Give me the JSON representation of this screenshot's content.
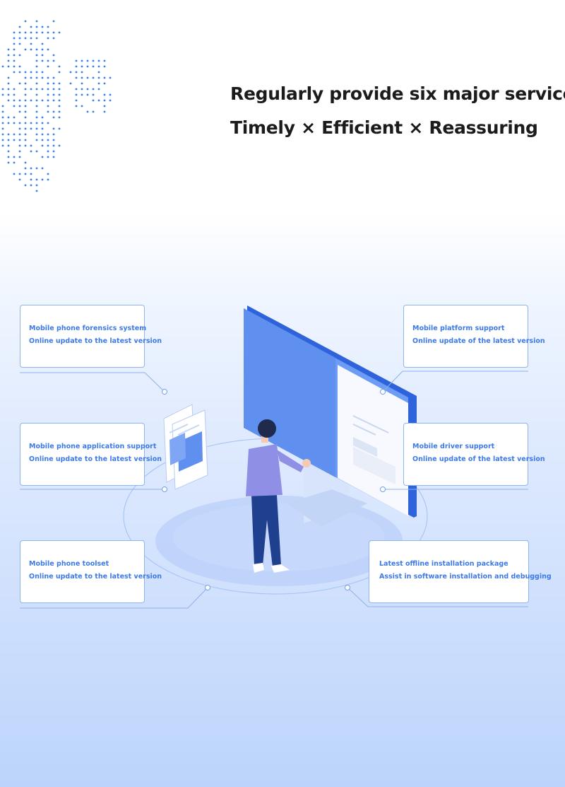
{
  "header": {
    "title": "Regularly provide six major services",
    "subtitle": "Timely × Efficient × Reassuring"
  },
  "services": [
    {
      "name": "Mobile phone forensics system",
      "detail": "Online update to the latest version"
    },
    {
      "name": "Mobile phone application support",
      "detail": "Online update to the latest version"
    },
    {
      "name": "Mobile phone toolset",
      "detail": "Online update to the latest version"
    },
    {
      "name": "Mobile platform support",
      "detail": "Online update of the latest version"
    },
    {
      "name": "Mobile driver support",
      "detail": "Online update of the latest version"
    },
    {
      "name": "Latest offline installation package",
      "detail": "Assist in software installation and debugging"
    }
  ],
  "colors": {
    "accent": "#3d7ae6",
    "card_border": "#8fb4f2",
    "headline": "#1b1b1b",
    "screen": "#5d8ef2",
    "shirt": "#8f8fe6"
  }
}
